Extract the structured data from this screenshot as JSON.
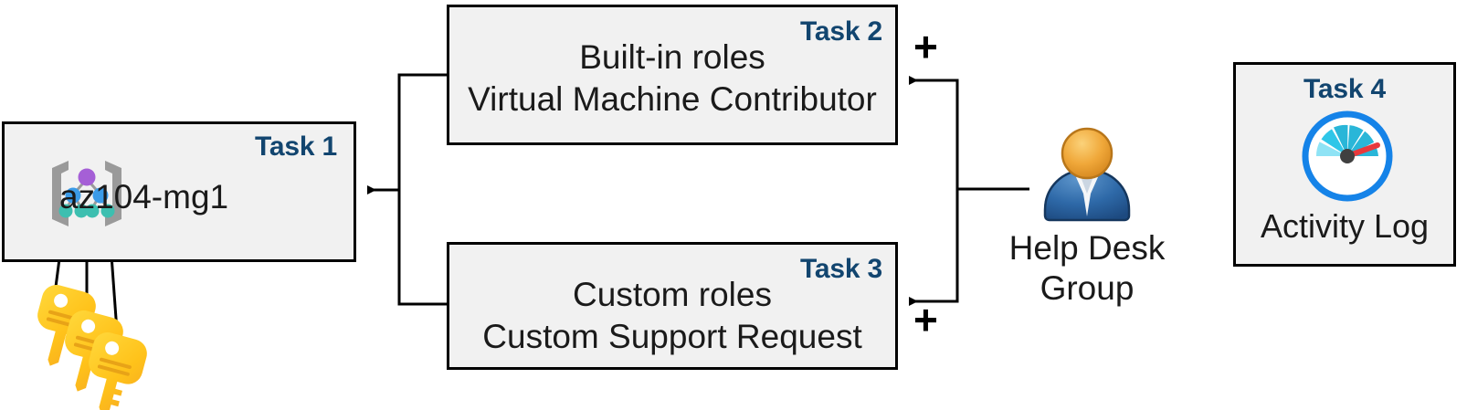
{
  "diagram": {
    "title": "Azure RBAC task diagram",
    "accent_color": "#12456F",
    "box_fill": "#F1F1F1",
    "box_border": "#000000"
  },
  "tasks": [
    {
      "id": "task1",
      "label": "Task 1",
      "text": "az104-mg1",
      "icon": "management-group-icon"
    },
    {
      "id": "task2",
      "label": "Task 2",
      "text": "Built-in roles\nVirtual Machine Contributor",
      "icon": ""
    },
    {
      "id": "task3",
      "label": "Task 3",
      "text": "Custom roles\nCustom Support Request",
      "icon": ""
    },
    {
      "id": "task4",
      "label": "Task 4",
      "text": "Activity Log",
      "icon": "activity-log-gauge-icon"
    }
  ],
  "actor": {
    "icon": "user-group-person-icon",
    "caption": "Help Desk\nGroup"
  },
  "operators": {
    "plus_top": "+",
    "plus_bottom": "+"
  },
  "keys": {
    "icon": "keys-icon",
    "count": 3,
    "color": "#FFC107"
  }
}
